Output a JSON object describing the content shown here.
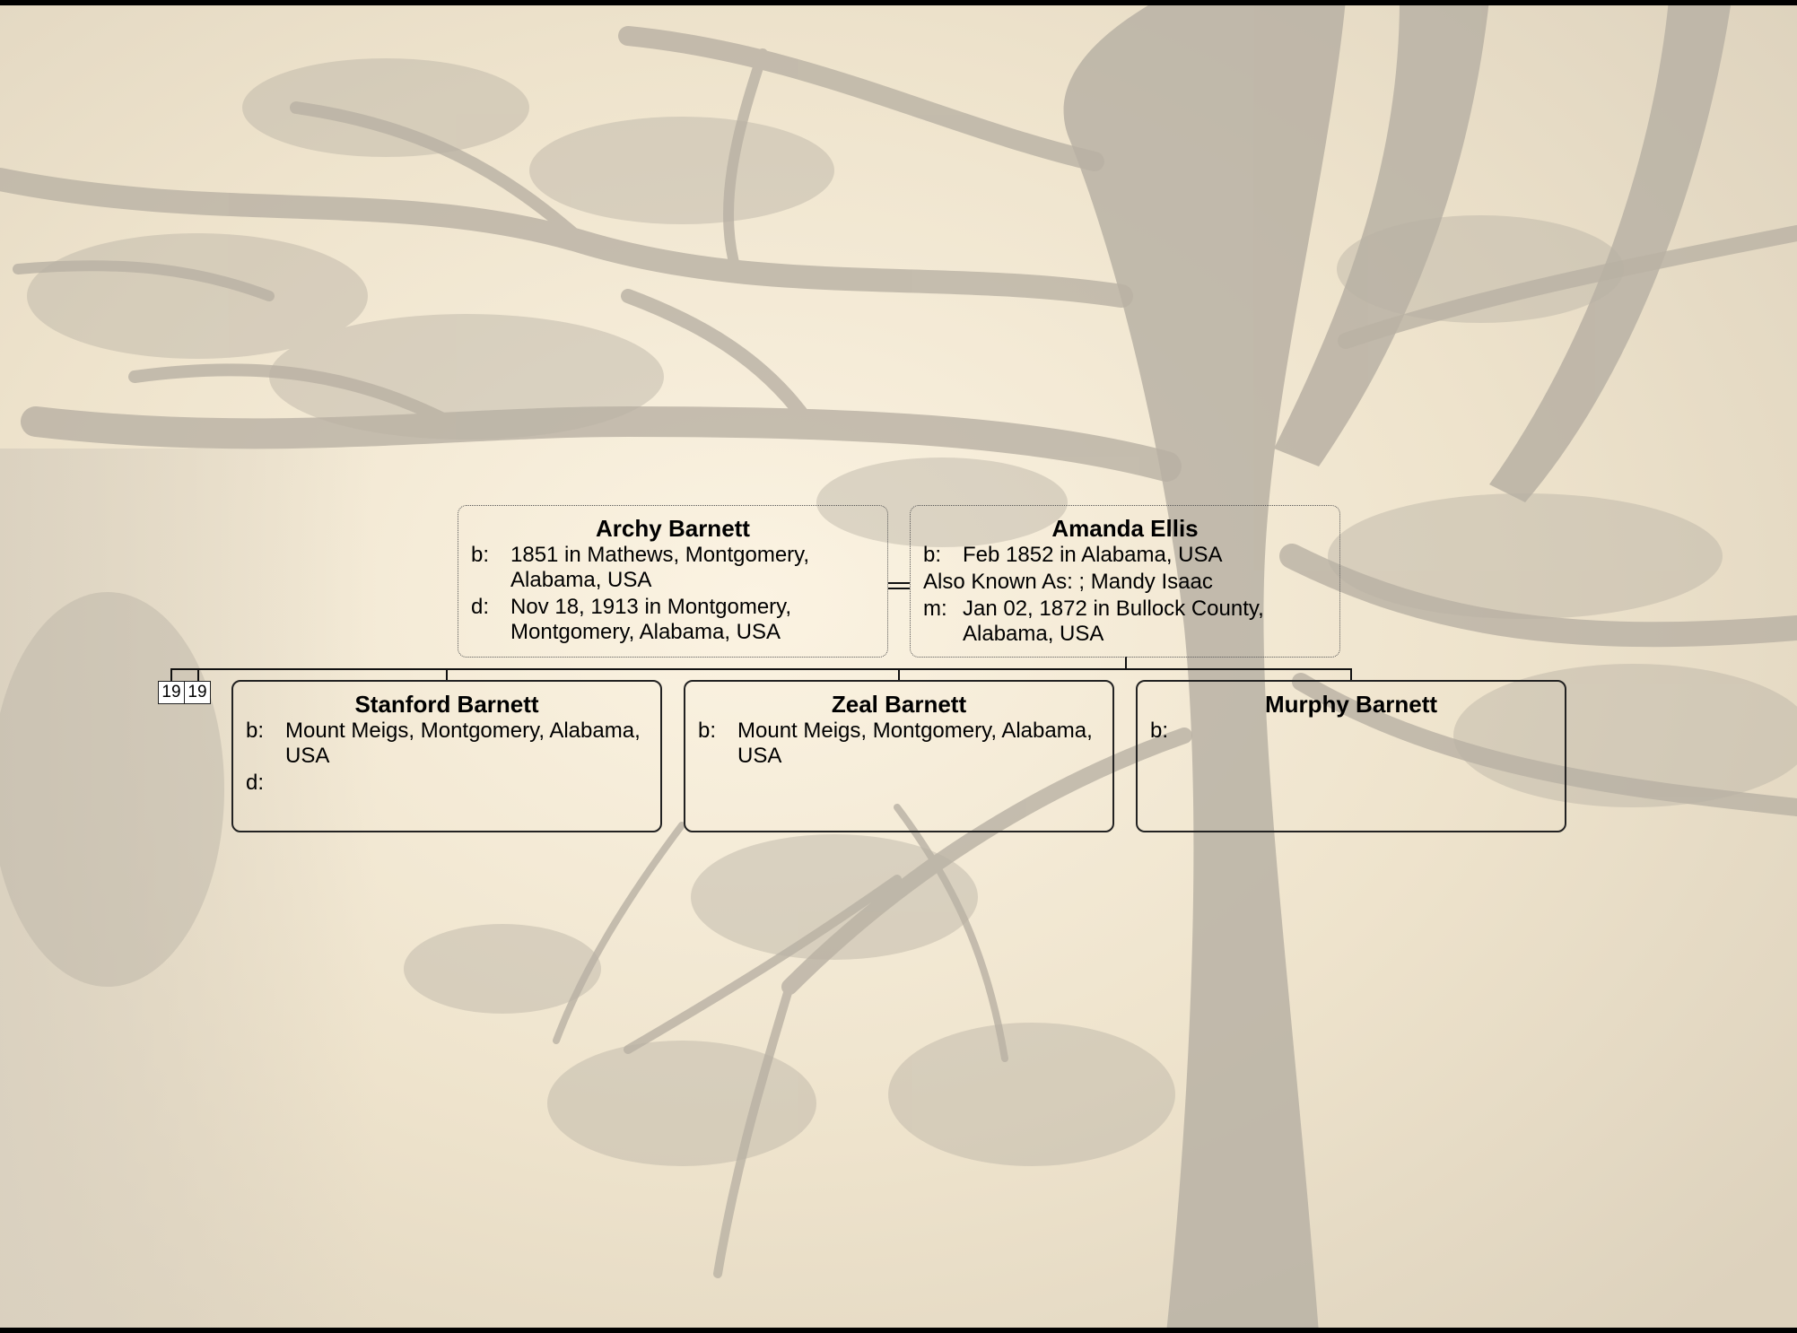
{
  "chart": {
    "couple": {
      "husband": {
        "name": "Archy Barnett",
        "facts": [
          {
            "label": "b:",
            "value": "1851 in Mathews, Montgomery, Alabama, USA"
          },
          {
            "label": "d:",
            "value": "Nov 18, 1913 in Montgomery, Montgomery, Alabama, USA"
          }
        ]
      },
      "wife": {
        "name": "Amanda Ellis",
        "birth": {
          "label": "b:",
          "value": "Feb 1852 in Alabama, USA"
        },
        "aka": "Also Known As: ; Mandy Isaac",
        "marriage": {
          "label": "m:",
          "value": "Jan 02, 1872 in Bullock County, Alabama, USA"
        }
      }
    },
    "children": [
      {
        "name": "Stanford Barnett",
        "facts": [
          {
            "label": "b:",
            "value": "Mount Meigs, Montgomery, Alabama, USA"
          },
          {
            "label": "d:",
            "value": ""
          }
        ]
      },
      {
        "name": "Zeal Barnett",
        "facts": [
          {
            "label": "b:",
            "value": "Mount Meigs, Montgomery, Alabama, USA"
          }
        ]
      },
      {
        "name": "Murphy Barnett",
        "facts": [
          {
            "label": "b:",
            "value": ""
          }
        ]
      }
    ],
    "generation_markers": [
      "19",
      "19"
    ]
  },
  "colors": {
    "background_light": "#f2e9d6",
    "background_tree": "#b9b1a4",
    "border": "#222222",
    "text": "#000000"
  }
}
